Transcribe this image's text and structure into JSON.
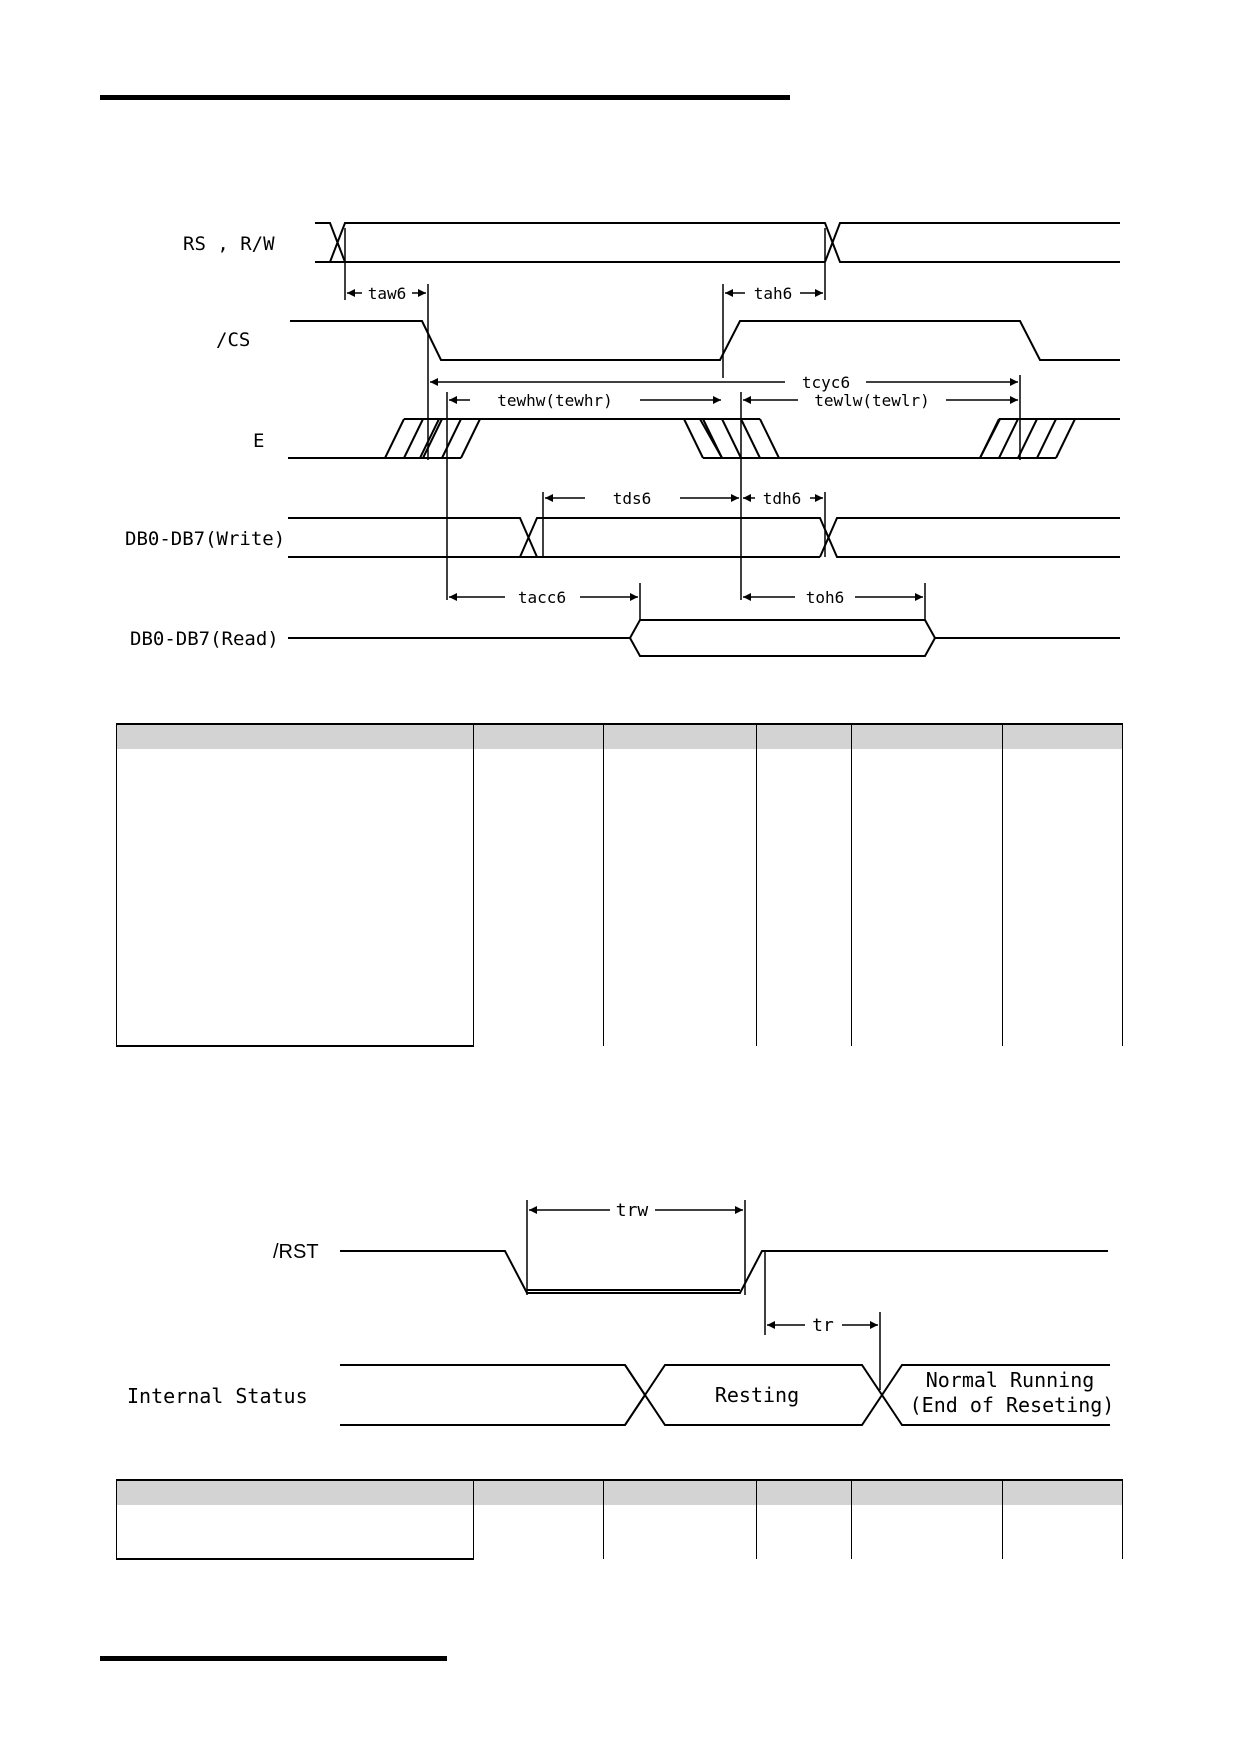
{
  "timing_diagram": {
    "signals": {
      "rs_rw": "RS , R/W",
      "cs": "/CS",
      "e": "E",
      "db_write": "DB0-DB7(Write)",
      "db_read": "DB0-DB7(Read)"
    },
    "labels": {
      "taw6": "taw6",
      "tah6": "tah6",
      "tcyc6": "tcyc6",
      "tewhw": "tewhw(tewhr)",
      "tewlw": "tewlw(tewlr)",
      "tds6": "tds6",
      "tdh6": "tdh6",
      "tacc6": "tacc6",
      "toh6": "toh6"
    }
  },
  "reset_diagram": {
    "signals": {
      "rst": "/RST",
      "internal": "Internal Status"
    },
    "labels": {
      "trw": "trw",
      "tr": "tr",
      "resetting": "Resting",
      "normal_line1": "Normal Running",
      "normal_line2": "(End of Reseting)"
    }
  }
}
